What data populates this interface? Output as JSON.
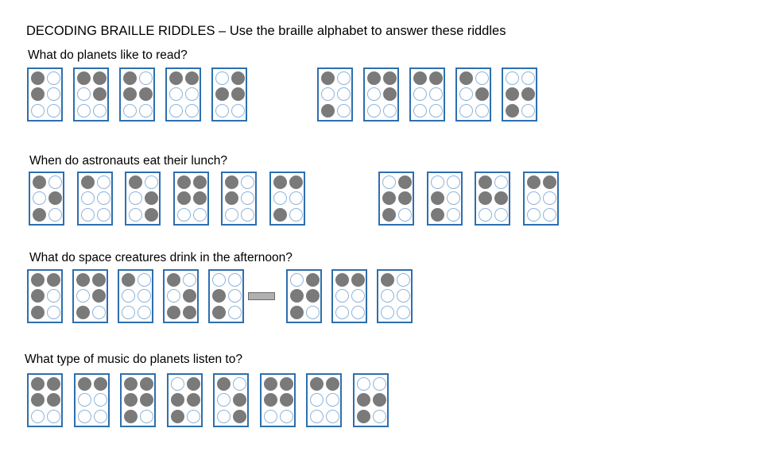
{
  "title": "DECODING BRAILLE RIDDLES – Use the braille alphabet to answer these riddles",
  "colors": {
    "cell_border": "#2e6fae",
    "dot_filled": "#7a7a7a",
    "dot_empty_border": "#8eb4da"
  },
  "riddles": [
    {
      "question": "What do planets like to read?",
      "words": [
        [
          [
            1,
            1,
            0,
            0,
            0,
            0
          ],
          [
            1,
            0,
            0,
            1,
            1,
            0
          ],
          [
            1,
            1,
            0,
            0,
            1,
            0
          ],
          [
            1,
            0,
            0,
            1,
            0,
            0
          ],
          [
            0,
            1,
            0,
            1,
            1,
            0
          ]
        ],
        [
          [
            1,
            0,
            1,
            0,
            0,
            0
          ],
          [
            1,
            0,
            0,
            1,
            1,
            0
          ],
          [
            1,
            0,
            0,
            1,
            0,
            0
          ],
          [
            1,
            0,
            0,
            0,
            1,
            0
          ],
          [
            0,
            1,
            1,
            0,
            1,
            0
          ]
        ]
      ]
    },
    {
      "question": "When do astronauts eat their lunch?",
      "words": [
        [
          [
            1,
            0,
            1,
            0,
            1,
            0
          ],
          [
            1,
            0,
            0,
            0,
            0,
            0
          ],
          [
            1,
            0,
            0,
            0,
            1,
            1
          ],
          [
            1,
            1,
            0,
            1,
            1,
            0
          ],
          [
            1,
            1,
            0,
            0,
            0,
            0
          ],
          [
            1,
            0,
            1,
            1,
            0,
            0
          ]
        ],
        [
          [
            0,
            1,
            1,
            1,
            1,
            0
          ],
          [
            0,
            1,
            1,
            0,
            0,
            0
          ],
          [
            1,
            1,
            0,
            0,
            1,
            0
          ],
          [
            1,
            0,
            0,
            1,
            0,
            0
          ]
        ]
      ]
    },
    {
      "question": "What do space creatures drink in the afternoon?",
      "words": [
        [
          [
            1,
            1,
            1,
            1,
            0,
            0
          ],
          [
            1,
            0,
            1,
            1,
            1,
            0
          ],
          [
            1,
            0,
            0,
            0,
            0,
            0
          ],
          [
            1,
            0,
            1,
            0,
            1,
            1
          ],
          [
            0,
            1,
            1,
            0,
            0,
            0
          ]
        ],
        [
          [
            0,
            1,
            1,
            1,
            1,
            0
          ],
          [
            1,
            0,
            0,
            1,
            0,
            0
          ],
          [
            1,
            0,
            0,
            0,
            0,
            0
          ]
        ]
      ]
    },
    {
      "question": "What type of music do planets listen to?",
      "words": [
        [
          [
            1,
            1,
            0,
            1,
            1,
            0
          ],
          [
            1,
            0,
            0,
            1,
            0,
            0
          ],
          [
            1,
            1,
            1,
            1,
            1,
            0
          ],
          [
            0,
            1,
            1,
            1,
            1,
            0
          ],
          [
            1,
            0,
            0,
            0,
            1,
            1
          ],
          [
            1,
            1,
            0,
            1,
            1,
            0
          ],
          [
            1,
            0,
            0,
            1,
            0,
            0
          ],
          [
            0,
            1,
            1,
            0,
            1,
            0
          ]
        ]
      ]
    }
  ]
}
